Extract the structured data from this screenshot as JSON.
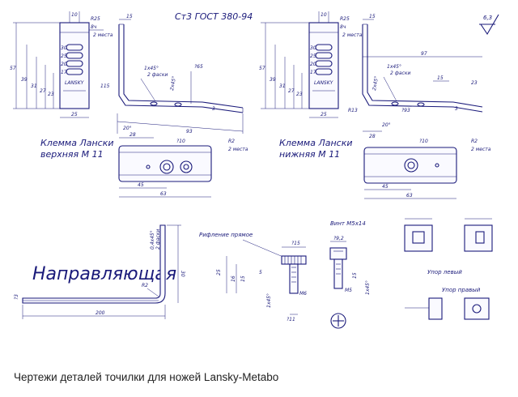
{
  "header": {
    "standard": "Ст3 ГОСТ 380-94",
    "roughness": "6,3"
  },
  "klemma_top": {
    "title_line1": "Клемма Лански",
    "title_line2": "верхняя М 11",
    "brand": "LANSKY",
    "slot_labels": [
      "30",
      "25",
      "20",
      "17"
    ],
    "dims": {
      "d10": "10",
      "r25": "R25",
      "d8": "8ч",
      "places": "2 места",
      "d15": "15",
      "d57": "57",
      "d39": "39",
      "d31": "31",
      "d27": "27",
      "d23": "23",
      "d25": "25",
      "d20": "20°",
      "d65": "?65",
      "cham": "1х45°",
      "fac": "2 фаски",
      "d2x45": "2х45°",
      "d3": "3",
      "d115": "115",
      "d93": "93",
      "d28": "28",
      "d10b": "?10",
      "r2": "R2",
      "places2": "2 места",
      "d45": "45",
      "d63": "63"
    }
  },
  "klemma_bottom": {
    "title_line1": "Клемма Лански",
    "title_line2": "нижняя М 11",
    "brand": "LANSKY",
    "slot_labels": [
      "30",
      "25",
      "20",
      "17"
    ],
    "dims": {
      "d10": "10",
      "r25": "R25",
      "d8": "8ч",
      "places": "2 места",
      "d15": "15",
      "d57": "57",
      "d39": "39",
      "d31": "31",
      "d27": "27",
      "d23": "23",
      "d25": "25",
      "d97": "97",
      "cham": "1х45°",
      "fac": "2 фаски",
      "d2x45": "2х45°",
      "d15b": "15",
      "d3": "3",
      "d23b": "23",
      "r13": "R13",
      "d93": "?93",
      "d20": "20°",
      "d28": "28",
      "d10b": "?10",
      "r2": "R2",
      "places2": "2 места",
      "d45": "45",
      "d63": "63"
    }
  },
  "guide": {
    "title": "Направляющая",
    "d3": "?3",
    "r2": "R2",
    "d200": "200",
    "d30": "30",
    "cham": "0,4х45°",
    "fac": "2 фаски"
  },
  "knurl": {
    "title": "Рифление прямое",
    "d15": "?15",
    "d5": "5",
    "d15h": "15",
    "d25": "25",
    "d16": "16",
    "d1x45": "1х45°",
    "m6": "М6",
    "d11": "?11"
  },
  "screw": {
    "title": "Винт М5х14",
    "d92": "?9,2",
    "m5": "М5",
    "d15": "15",
    "d1x45": "1х45°"
  },
  "stop_left": {
    "title": "Упор левый"
  },
  "stop_right": {
    "title": "Упор правый"
  },
  "caption": "Чертежи деталей точилки для ножей Lansky-Metabo"
}
